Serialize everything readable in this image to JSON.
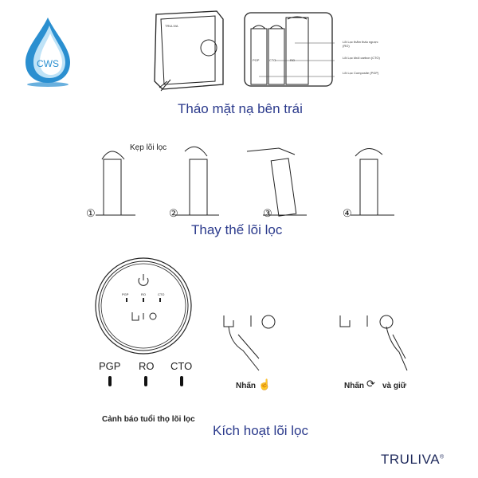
{
  "logo": {
    "text": "CWS",
    "icon": "water-drop-icon"
  },
  "section1": {
    "title": "Tháo mặt nạ bên trái",
    "cartridge_labels": [
      "PGP",
      "CTO",
      "RO"
    ],
    "callouts": [
      "Lõi Lọc thẩm thấu ngược (RO)",
      "Lõi Lọc khối carbon (CTO)",
      "Lõi Lọc Composite (PGP)"
    ],
    "device_brand": "TRULIVA"
  },
  "section2": {
    "title": "Thay thế lõi lọc",
    "clip_label": "Kẹp lõi lọc",
    "steps": [
      "①",
      "②",
      "③",
      "④"
    ]
  },
  "section3": {
    "panel_labels": [
      "PGP",
      "RO",
      "CTO"
    ],
    "indicator_labels": [
      "PGP",
      "RO",
      "CTO"
    ],
    "warning_caption": "Cảnh báo tuổi thọ lõi lọc",
    "press_caption": "Nhấn",
    "press_hold_caption": "Nhấn",
    "press_hold_suffix": "và giữ",
    "title": "Kích hoạt lõi lọc"
  },
  "brand": {
    "name": "TRULIVA",
    "mark": "®"
  },
  "colors": {
    "title": "#2b3a8c",
    "logo": "#2a8fd0"
  }
}
